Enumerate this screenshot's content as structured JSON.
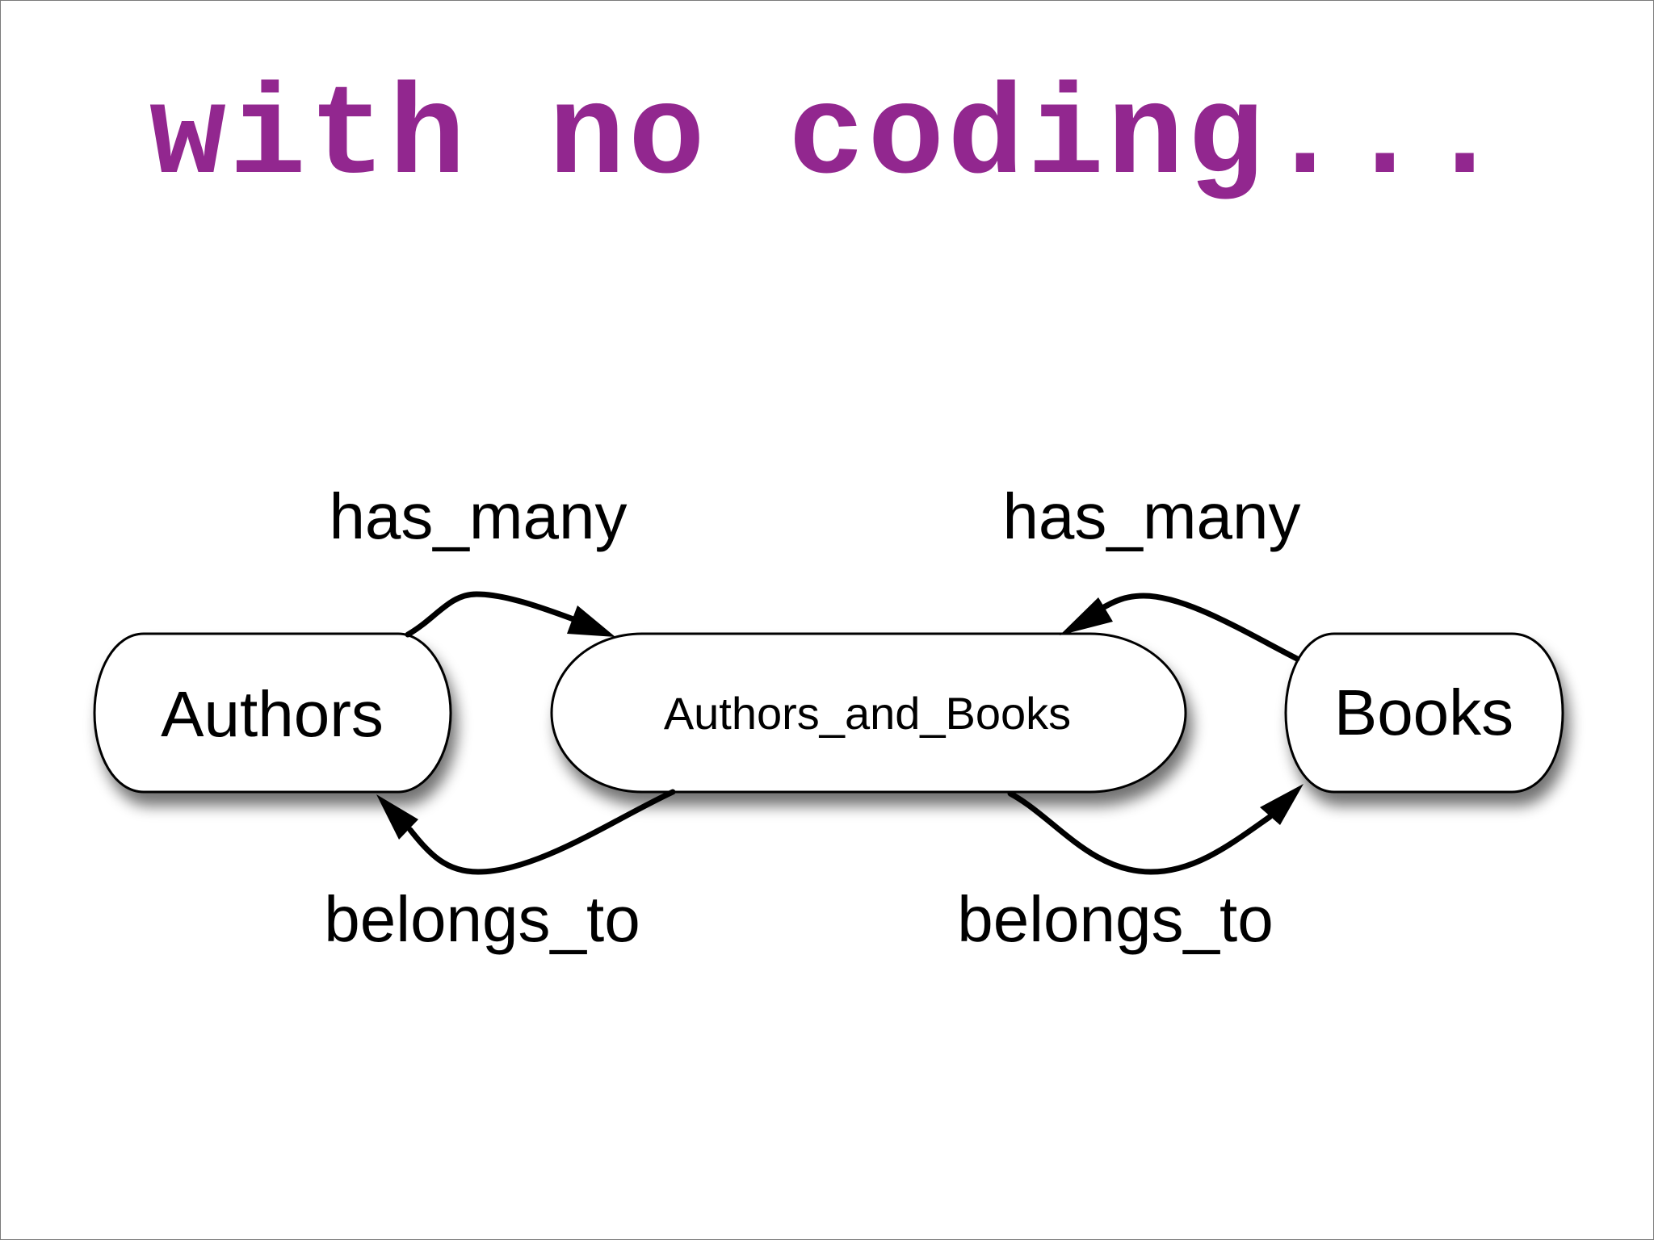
{
  "title": "with no coding...",
  "colors": {
    "title": "#92278f",
    "ink": "#000000",
    "background": "#ffffff"
  },
  "nodes": {
    "authors": "Authors",
    "authors_and_books": "Authors_and_Books",
    "books": "Books"
  },
  "edges": {
    "authors_to_join": "has_many",
    "books_to_join": "has_many",
    "join_to_authors": "belongs_to",
    "join_to_books": "belongs_to"
  }
}
